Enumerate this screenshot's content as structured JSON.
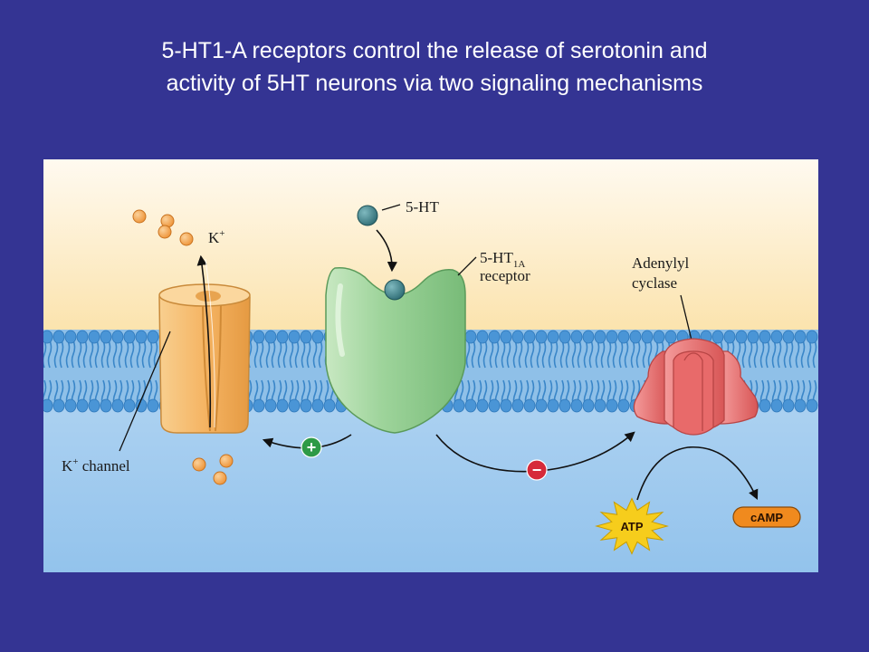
{
  "slide": {
    "title_line1": "5-HT1-A receptors control the release of serotonin and",
    "title_line2": "activity of 5HT neurons via two signaling mechanisms"
  },
  "figure": {
    "labels": {
      "potassium": "K",
      "potassium_sup": "+",
      "serotonin": "5-HT",
      "receptor_main": "5-HT",
      "receptor_sub": "1A",
      "receptor_word": "receptor",
      "cyclase_line1": "Adenylyl",
      "cyclase_line2": "cyclase",
      "channel_k": "K",
      "channel_sup": "+",
      "channel_word": " channel",
      "atp": "ATP",
      "camp": "cAMP",
      "plus_sign": "+",
      "minus_sign": "−"
    },
    "colors": {
      "slide_background": "#343493",
      "extracellular": "#fbe9bd",
      "intracellular": "#9fcbef",
      "membrane_heads": "#3e8fd2",
      "channel": "#f5b766",
      "receptor": "#9fd49c",
      "cyclase": "#e86a6a",
      "ion": "#f4a14a",
      "serotonin_molecule": "#3f7f86",
      "plus_badge": "#2e9a46",
      "minus_badge": "#d62a3a",
      "atp_burst": "#f6cd1c",
      "camp_pill": "#f08a1e"
    }
  }
}
